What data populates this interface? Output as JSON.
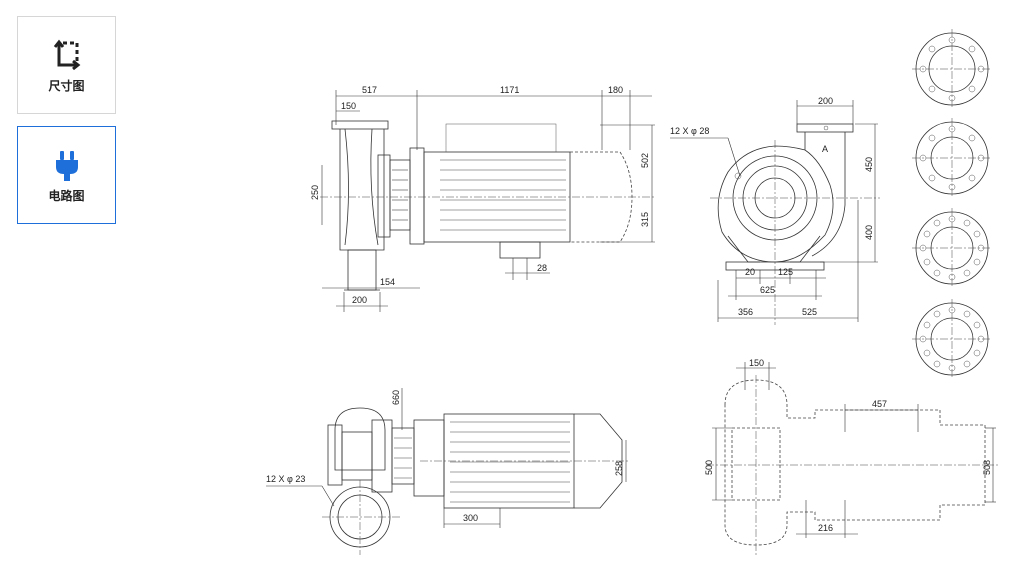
{
  "sidebar": {
    "items": [
      {
        "label": "尺寸图",
        "icon": "dimension-frame-icon",
        "active": false
      },
      {
        "label": "电路图",
        "icon": "electric-plug-icon",
        "active": true
      }
    ]
  },
  "colors": {
    "accent": "#1e6fd9",
    "border": "#d6d6d6",
    "line": "#333333"
  },
  "drawing": {
    "side_view": {
      "d_517": "517",
      "d_1171": "1171",
      "d_180": "180",
      "d_150": "150",
      "d_250": "250",
      "d_502": "502",
      "d_315": "315",
      "d_28": "28",
      "d_154": "154",
      "d_200": "200"
    },
    "end_view": {
      "d_200": "200",
      "hole_note": "12  X φ 28",
      "label_a": "A",
      "d_450": "450",
      "d_400": "400",
      "d_20": "20",
      "d_125": "125",
      "d_625": "625",
      "d_356": "356",
      "d_525": "525"
    },
    "top_view": {
      "d_660": "660",
      "hole_note": "12  X φ 23",
      "d_258": "258",
      "d_300": "300"
    },
    "base_view": {
      "d_150": "150",
      "d_457": "457",
      "d_500": "500",
      "d_508": "508",
      "d_216": "216"
    }
  }
}
